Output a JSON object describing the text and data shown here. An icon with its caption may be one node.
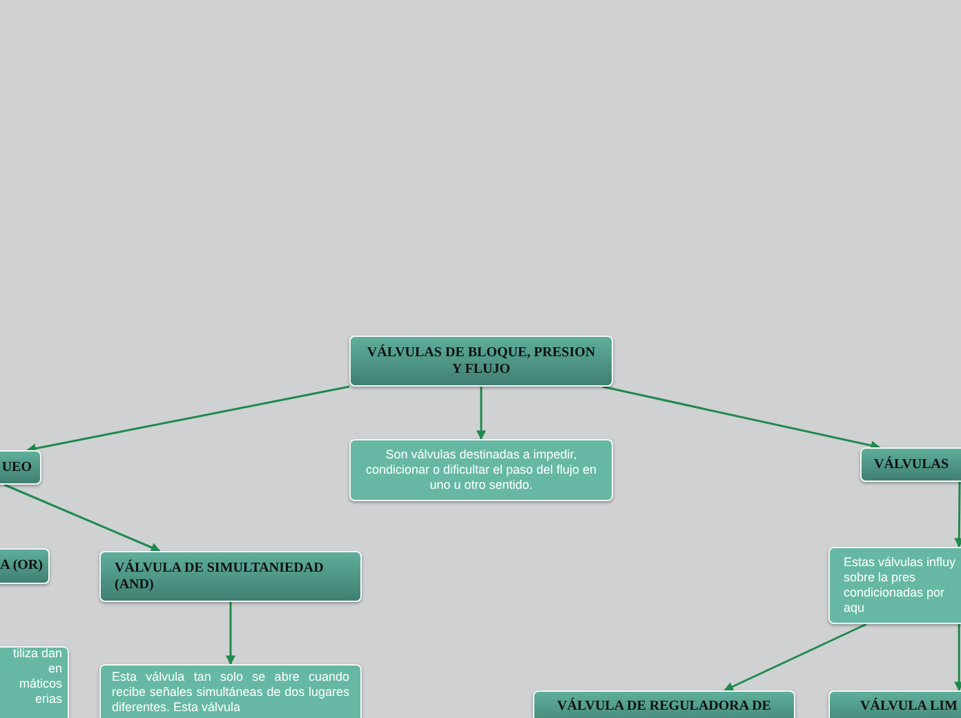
{
  "diagram": {
    "nodes": [
      {
        "text": [
          "VÁLVULAS DE BLOQUE, PRESION Y FLUJO"
        ]
      },
      {
        "text": [
          "Son válvulas destinadas a impedir, condicionar o dificultar el paso del flujo en uno u otro sentido."
        ]
      },
      {
        "text": [
          "UEO"
        ]
      },
      {
        "text": [
          "VÁLVULAS"
        ]
      },
      {
        "text": [
          "A (OR)"
        ]
      },
      {
        "text": [
          "VÁLVULA DE SIMULTANIEDAD (AND)"
        ]
      },
      {
        "text": [
          "tiliza dan en máticos erias"
        ]
      },
      {
        "text": [
          "Esta válvula tan solo se abre cuando recibe señales simultáneas de dos lugares diferentes. Esta válvula"
        ]
      },
      {
        "text": [
          "Estas válvulas influy sobre la pres condicionadas por aqu"
        ]
      },
      {
        "text": [
          "VÁLVULA DE REGULADORA DE"
        ]
      },
      {
        "text": [
          "VÁLVULA LIM"
        ]
      }
    ],
    "edges": [
      {
        "from": 0,
        "to": 2,
        "arrow": "to"
      },
      {
        "from": 0,
        "to": 1,
        "arrow": "to"
      },
      {
        "from": 0,
        "to": 3,
        "arrow": "to"
      },
      {
        "from": 2,
        "to": 5,
        "arrow": "to"
      },
      {
        "from": 5,
        "to": 7,
        "arrow": "to"
      },
      {
        "from": 3,
        "to": 8,
        "arrow": "to"
      },
      {
        "from": 8,
        "to": 9,
        "arrow": "to"
      },
      {
        "from": 8,
        "to": 10,
        "arrow": "to"
      }
    ]
  }
}
